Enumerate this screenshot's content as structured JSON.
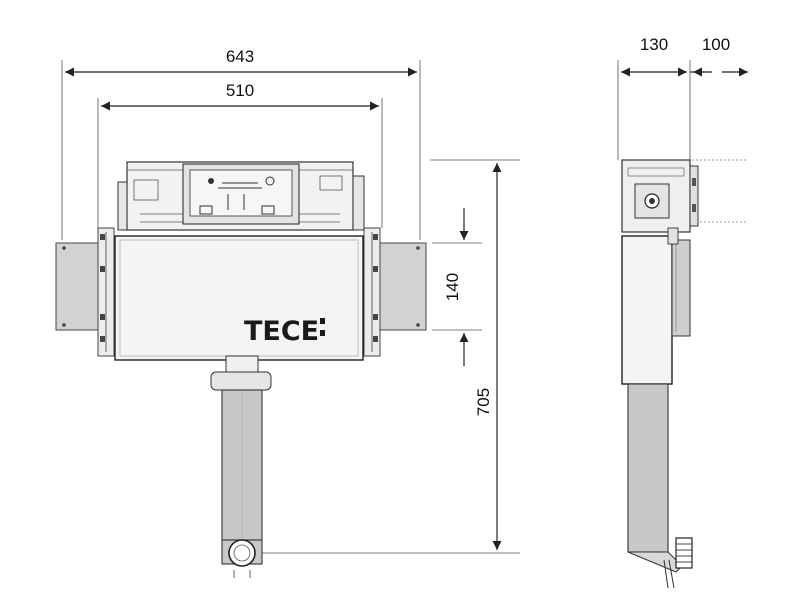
{
  "dimensions": {
    "overall_width": "643",
    "frame_width": "510",
    "plate_height": "140",
    "total_height": "705",
    "depth": "130",
    "side_offset": "100"
  },
  "brand": {
    "logo_text": "TECE"
  },
  "colors": {
    "line": "#222222",
    "panel_gray": "#d2d2d2",
    "pipe_gray": "#c8c8c8",
    "body_white": "#f4f4f4"
  }
}
